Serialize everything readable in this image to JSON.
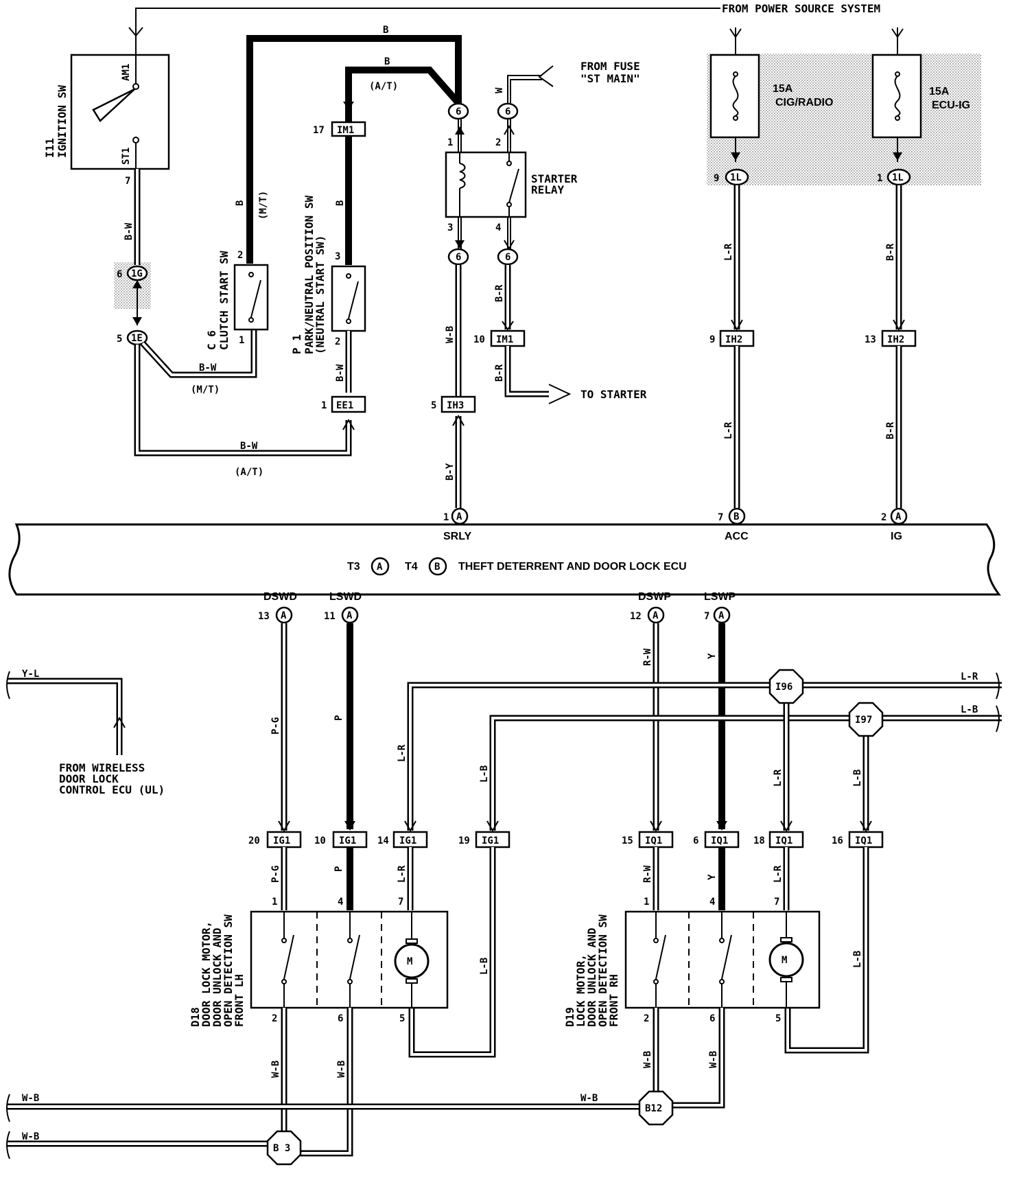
{
  "header": {
    "power_source": "FROM POWER SOURCE SYSTEM",
    "fuse_source": "FROM FUSE",
    "fuse_name": "\"ST MAIN\"",
    "to_starter": "TO STARTER"
  },
  "fuses": {
    "cig": {
      "amp": "15A",
      "name": "CIG/RADIO"
    },
    "ecu": {
      "amp": "15A",
      "name": "ECU-IG"
    }
  },
  "components": {
    "ignition": {
      "id": "I11",
      "name": "IGNITION SW",
      "am1": "AM1",
      "st1": "ST1"
    },
    "clutch": {
      "id": "C 6",
      "name": "CLUTCH START SW"
    },
    "pn": {
      "id": "P 1",
      "name1": "PARK/NEUTRAL POSITION SW",
      "name2": "(NEUTRAL START SW)"
    },
    "relay": {
      "name1": "STARTER",
      "name2": "RELAY"
    },
    "ecu": {
      "t3": "T3",
      "t4": "T4",
      "name": "THEFT  DETERRENT  AND DOOR LOCK ECU",
      "a": "A",
      "b": "B"
    },
    "d18": {
      "id": "D18",
      "l1": "DOOR LOCK MOTOR,",
      "l2": "DOOR UNLOCK AND",
      "l3": "OPEN DETECTION SW",
      "l4": "FRONT LH"
    },
    "d19": {
      "id": "D19",
      "l1": "LOCK MOTOR,",
      "l2": "DOOR UNLOCK AND",
      "l3": "OPEN DETECTION SW",
      "l4": "FRONT RH"
    },
    "wireless": {
      "l1": "FROM WIRELESS",
      "l2": "DOOR LOCK",
      "l3": "CONTROL ECU (UL)"
    },
    "motor": "M"
  },
  "connectors": {
    "c1G": "1G",
    "c1E": "1E",
    "c1L": "1L",
    "c6": "6",
    "IM1": "IM1",
    "IH2": "IH2",
    "IH3": "IH3",
    "EE1": "EE1",
    "IG1": "IG1",
    "IQ1": "IQ1",
    "I96": "I96",
    "I97": "I97",
    "B12": "B12",
    "B3": "B 3"
  },
  "pins": {
    "ig7": "7",
    "g6": "6",
    "e5": "5",
    "c2": "2",
    "c1": "1",
    "pn3": "3",
    "pn2": "2",
    "im17": "17",
    "ee1": "1",
    "r1": "1",
    "r2": "2",
    "r3": "3",
    "r4": "4",
    "im10": "10",
    "ih5": "5",
    "l9": "9",
    "l1": "1",
    "ih9": "9",
    "ih13": "13",
    "srly_p": "1",
    "acc_p": "7",
    "ig_p": "2",
    "dswd_p": "13",
    "lswd_p": "11",
    "dswp_p": "12",
    "lswp_p": "7",
    "ig20": "20",
    "ig10": "10",
    "ig14": "14",
    "ig19": "19",
    "iq15": "15",
    "iq6": "6",
    "iq18": "18",
    "iq16": "16",
    "m1": "1",
    "m4": "4",
    "m7": "7",
    "m2": "2",
    "m6": "6",
    "m5": "5"
  },
  "terminals": {
    "srly": "SRLY",
    "acc": "ACC",
    "ig": "IG",
    "dswd": "DSWD",
    "lswd": "LSWD",
    "dswp": "DSWP",
    "lswp": "LSWP"
  },
  "wires": {
    "B": "B",
    "BW": "B-W",
    "BR": "B-R",
    "WB": "W-B",
    "BY": "B-Y",
    "W": "W",
    "LR": "L-R",
    "LB": "L-B",
    "PG": "P-G",
    "P": "P",
    "RW": "R-W",
    "Y": "Y",
    "YL": "Y-L",
    "MT": "(M/T)",
    "AT": "(A/T)"
  }
}
